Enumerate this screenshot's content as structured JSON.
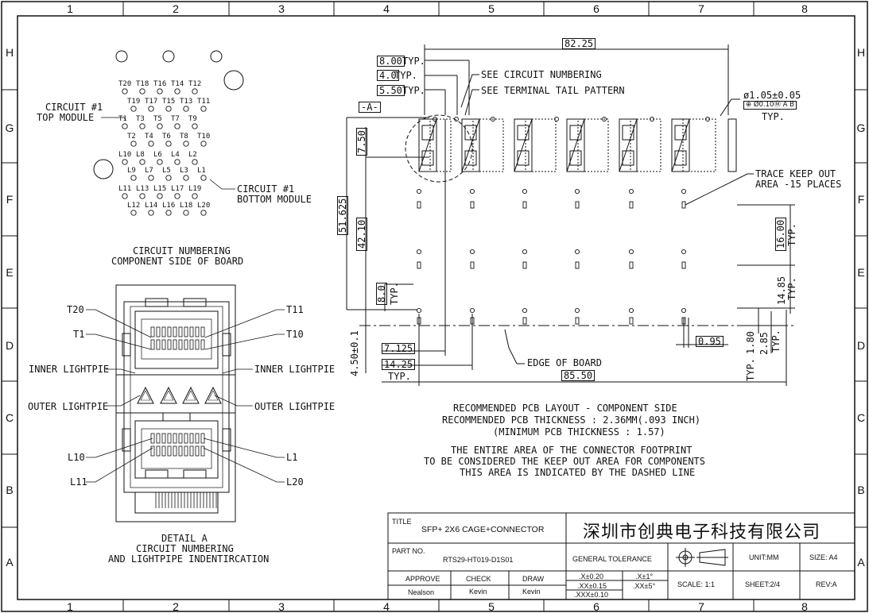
{
  "border": {
    "cols": [
      "1",
      "2",
      "3",
      "4",
      "5",
      "6",
      "7",
      "8"
    ],
    "rows": [
      "H",
      "G",
      "F",
      "E",
      "D",
      "C",
      "B",
      "A"
    ]
  },
  "circuit_top": {
    "row1": [
      "T20",
      "T18",
      "T16",
      "T14",
      "T12"
    ],
    "row2": [
      "T19",
      "T17",
      "T15",
      "T13",
      "T11"
    ],
    "row3": [
      "T1",
      "T3",
      "T5",
      "T7",
      "T9"
    ],
    "row4": [
      "T2",
      "T4",
      "T6",
      "T8",
      "T10"
    ],
    "row5": [
      "L10",
      "L8",
      "L6",
      "L4",
      "L2"
    ],
    "row6": [
      "L9",
      "L7",
      "L5",
      "L3",
      "L1"
    ],
    "row7": [
      "L11",
      "L13",
      "L15",
      "L17",
      "L19"
    ],
    "row8": [
      "L12",
      "L14",
      "L16",
      "L18",
      "L20"
    ],
    "label_top": "CIRCUIT #1\nTOP MODULE",
    "label_top_1": "CIRCUIT #1",
    "label_top_2": "TOP MODULE",
    "label_bot_1": "CIRCUIT #1",
    "label_bot_2": "BOTTOM MODULE",
    "caption_1": "CIRCUIT NUMBERING",
    "caption_2": "COMPONENT SIDE OF BOARD"
  },
  "detail": {
    "t20": "T20",
    "t1": "T1",
    "t11": "T11",
    "t10": "T10",
    "inner_l": "INNER LIGHTPIE",
    "inner_r": "INNER LIGHTPIE",
    "outer_l": "OUTER LIGHTPIE",
    "outer_r": "OUTER LIGHTPIE",
    "l10": "L10",
    "l11": "L11",
    "l1": "L1",
    "l20": "L20",
    "caption_1": "DETAIL A",
    "caption_2": "CIRCUIT NUMBERING",
    "caption_3": "AND LIGHTPIPE INDENTIRCATION"
  },
  "layout": {
    "d_8225": "82.25",
    "d_800": "8.00",
    "d_40": "4.0",
    "d_550": "5.50",
    "typ": "TYP.",
    "datum_a": "-A-",
    "see_circuit": "SEE CIRCUIT NUMBERING",
    "see_tail": "SEE TERMINAL TAIL PATTERN",
    "hole": "ø1.05±0.05",
    "fcf": "⊕ Ø0.10Ⓜ A B",
    "typ2": "TYP.",
    "trace_1": "TRACE KEEP OUT",
    "trace_2": "AREA -15 PLACES",
    "d_750": "7.50",
    "d_51625": "51.625",
    "d_4210": "42.10",
    "d_80": "8.0",
    "typ_v": "TYP.",
    "d_16": "16.00",
    "typ_v2": "TYP.",
    "d_1485": "14.85",
    "typ_v3": "TYP.",
    "d_095": "0.95",
    "d_180": "1.80",
    "typ_v4": "TYP.",
    "d_285": "2.85",
    "typ_v5": "TYP.",
    "d_450": "4.50±0.1",
    "d_7125": "7.125",
    "d_1425": "14.25",
    "typ3": "TYP.",
    "edge": "EDGE OF BOARD",
    "d_8550": "85.50"
  },
  "notes": {
    "n1": "RECOMMENDED PCB LAYOUT - COMPONENT SIDE",
    "n2": "RECOMMENDED PCB THICKNESS : 2.36MM(.093 INCH)",
    "n3": "(MINIMUM PCB THICKNESS : 1.57)",
    "n4": "THE ENTIRE AREA OF THE CONNECTOR FOOTPRINT",
    "n5": "TO BE CONSIDERED THE KEEP OUT AREA FOR COMPONENTS",
    "n6": "THIS AREA IS INDICATED BY THE DASHED LINE"
  },
  "title_block": {
    "title_label": "TITLE",
    "title": "SFP+ 2X6 CAGE+CONNECTOR",
    "company": "深圳市创典电子科技有限公司",
    "part_label": "PART NO.",
    "part_no": "RTS29-HT019-D1S01",
    "general_tol": "GENERAL TOLERANCE",
    "unit": "UNIT:MM",
    "size": "SIZE: A4",
    "approve": "APPROVE",
    "check": "CHECK",
    "draw": "DRAW",
    "approve_name": "Nealson",
    "check_name": "Kevin",
    "draw_name": "Kevin",
    "tol1": ".X±0.20",
    "tol2": ".XX±0.15",
    "tol3": ".XXX±0.10",
    "ang1": ".X±1°",
    "ang2": ".XX±5°",
    "scale": "SCALE:  1:1",
    "sheet": "SHEET:2/4",
    "rev": "REV:A"
  }
}
